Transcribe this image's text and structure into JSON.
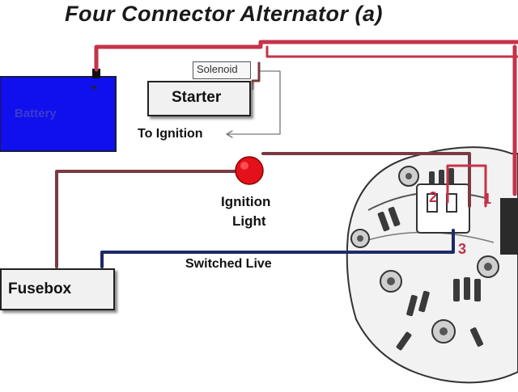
{
  "title": "Four Connector Alternator (a)",
  "battery": {
    "label": "Battery",
    "terminal": "+"
  },
  "solenoid": {
    "label": "Solenoid"
  },
  "starter": {
    "label": "Starter"
  },
  "to_ignition": {
    "label": "To Ignition"
  },
  "ignition_light": {
    "line1": "Ignition",
    "line2": "Light"
  },
  "switched_live": {
    "label": "Switched Live"
  },
  "fusebox": {
    "label": "Fusebox"
  },
  "terminals": {
    "t1": "1",
    "t2": "2",
    "t3": "3"
  },
  "colors": {
    "battery": "#1010ee",
    "wire_red": "#c4334a",
    "wire_dark": "#7a3a42",
    "wire_blue": "#1c2a6a",
    "lamp": "#e4101a"
  }
}
